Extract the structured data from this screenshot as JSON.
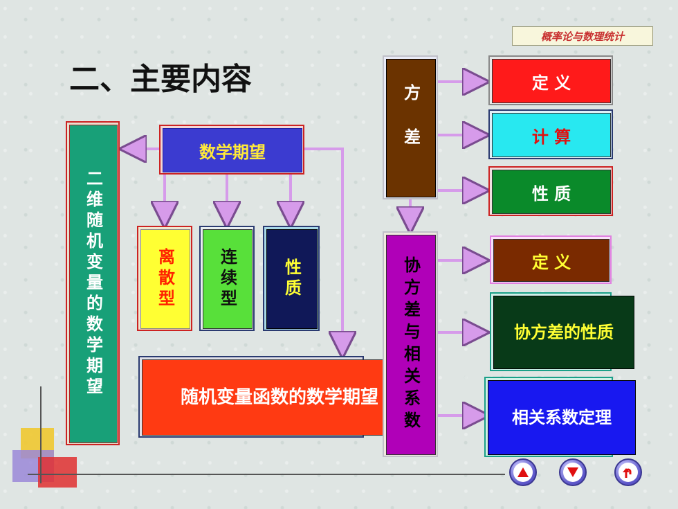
{
  "header": {
    "badge": "概率论与数理统计",
    "title": "二、主要内容"
  },
  "left": {
    "vertical_title": "二维随机变量的数学期望",
    "expectation": "数学期望",
    "discrete": "离散型",
    "continuous": "连续型",
    "properties": "性质",
    "function_expectation": "随机变量函数的数学期望"
  },
  "right": {
    "variance": "方差",
    "variance_items": [
      "定 义",
      "计 算",
      "性 质"
    ],
    "covariance": "协方差与相关系数",
    "covariance_items": [
      "定 义",
      "协方差的性质",
      "相关系数定理"
    ]
  },
  "nav": {
    "icons": [
      "up-triangle-icon",
      "down-triangle-icon",
      "return-icon"
    ]
  },
  "colors": {
    "variance_box": "#6b3300",
    "covariance_box": "#b000b8",
    "arrow": "#d69bea"
  }
}
